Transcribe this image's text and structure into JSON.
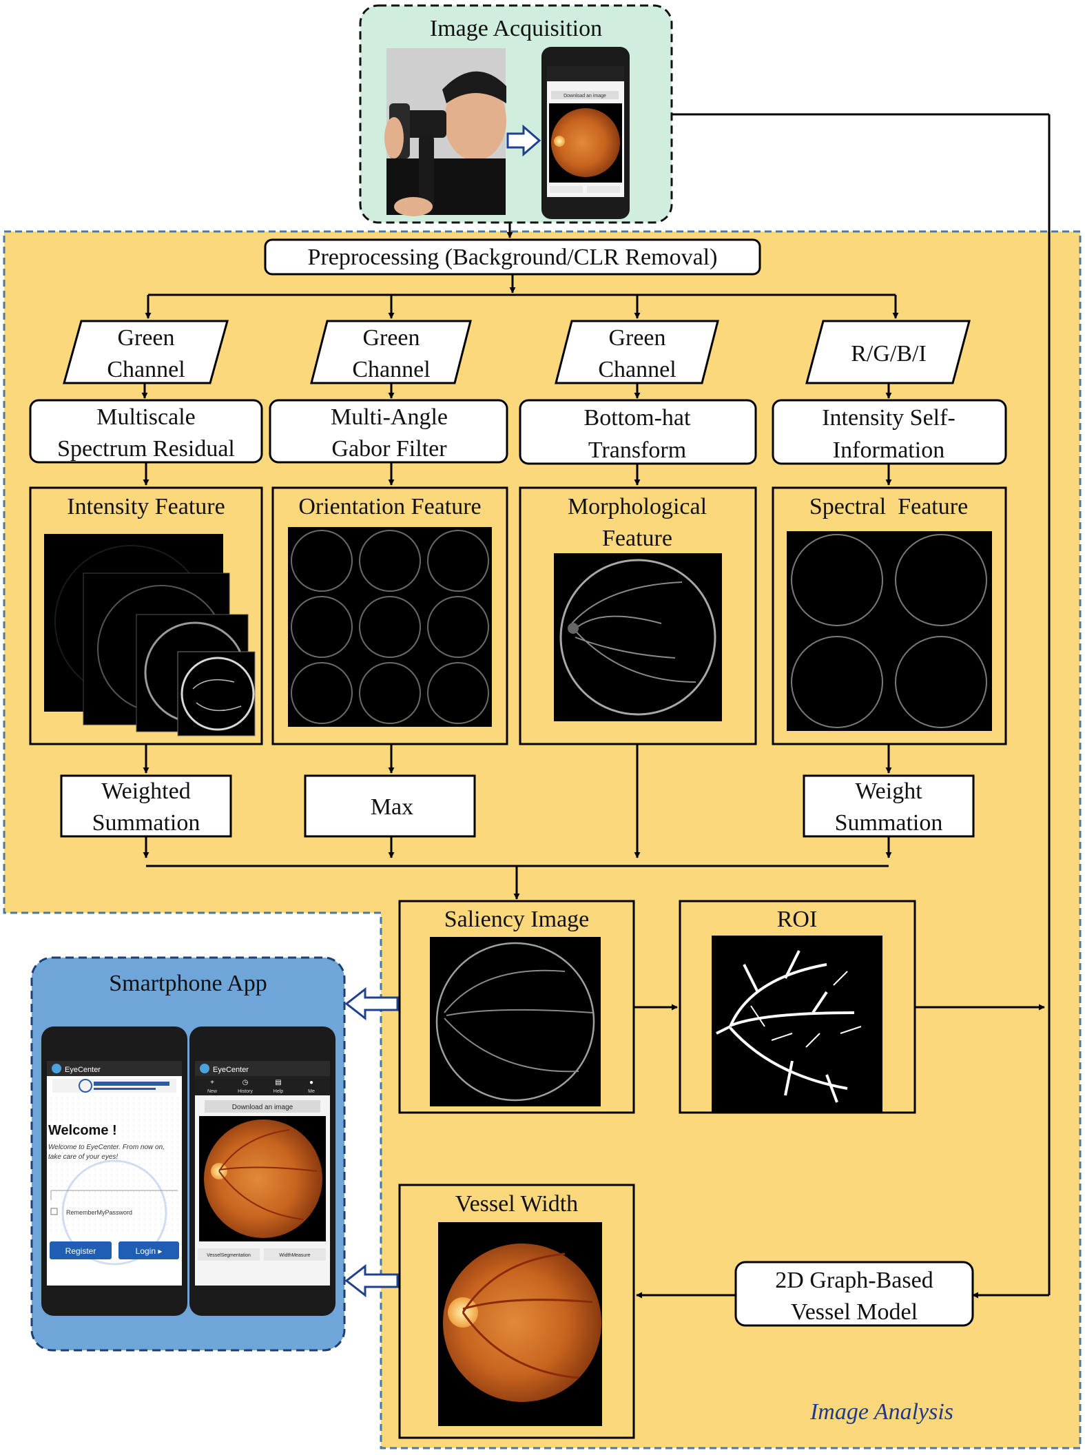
{
  "acquisition": {
    "title": "Image Acquisition",
    "phone_button": "Download an image"
  },
  "preprocessing": {
    "label": "Preprocessing (Background/CLR Removal)"
  },
  "branches": [
    {
      "channel": [
        "Green",
        "Channel"
      ],
      "method": [
        "Multiscale",
        "Spectrum Residual"
      ],
      "feature": [
        "Intensity Feature"
      ],
      "combine": [
        "Weighted",
        "Summation"
      ]
    },
    {
      "channel": [
        "Green",
        "Channel"
      ],
      "method": [
        "Multi-Angle",
        "Gabor Filter"
      ],
      "feature": [
        "Orientation Feature"
      ],
      "combine": [
        "Max"
      ]
    },
    {
      "channel": [
        "Green",
        "Channel"
      ],
      "method": [
        "Bottom-hat",
        "Transform"
      ],
      "feature": [
        "Morphological",
        "Feature"
      ],
      "combine": []
    },
    {
      "channel": [
        "R/G/B/I"
      ],
      "method": [
        "Intensity Self-",
        "Information"
      ],
      "feature": [
        "Spectral  Feature"
      ],
      "combine": [
        "Weight",
        "Summation"
      ]
    }
  ],
  "saliency": {
    "label": "Saliency Image"
  },
  "roi": {
    "label": "ROI"
  },
  "vessel_width": {
    "label": "Vessel Width"
  },
  "graph_model": {
    "label": [
      "2D Graph-Based",
      "Vessel Model"
    ]
  },
  "analysis_label": "Image Analysis",
  "smartphone_app": {
    "title": "Smartphone App",
    "login_screen": {
      "app_name": "EyeCenter",
      "welcome": "Welcome !",
      "message": [
        "Welcome to EyeCenter. From now on,",
        "take care of your eyes!"
      ],
      "remember": "RememberMyPassword",
      "register_button": "Register",
      "login_button": "Login ▸"
    },
    "main_screen": {
      "app_name": "EyeCenter",
      "tabs": [
        "New",
        "History",
        "Help",
        "Me"
      ],
      "download_button": "Download an image",
      "segmentation_button": "VesselSegmentation",
      "width_button": "WidthMeasure"
    }
  },
  "colors": {
    "analysis_bg": "#fcd87c",
    "acquisition_bg": "#cfeede",
    "app_bg": "#6ea6da",
    "dash_border": "#4a79a8",
    "arrow_outline": "#1f3f8f",
    "analysis_text": "#1f3a8a"
  }
}
